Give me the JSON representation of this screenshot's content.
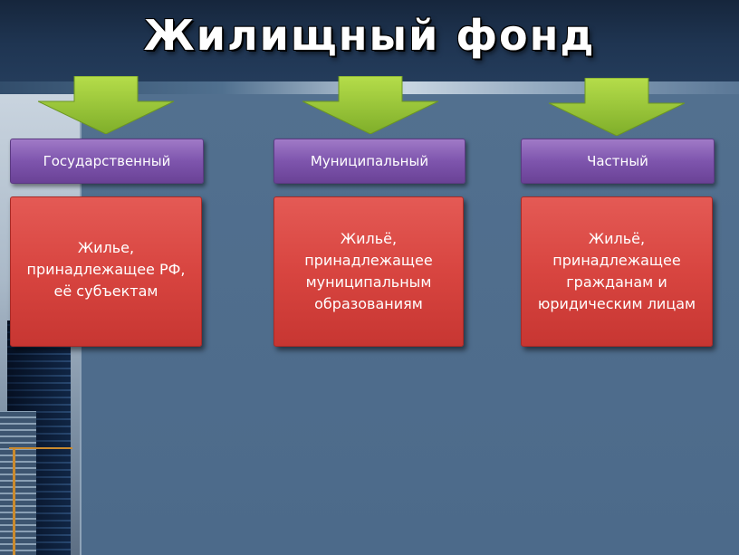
{
  "title": "Жилищный фонд",
  "colors": {
    "background": "#4e6a8c",
    "header": "#1f3552",
    "category_box": "#7e55ad",
    "description_box": "#d84540",
    "arrow": "#9cc93a"
  },
  "columns": [
    {
      "category": "Государственный",
      "description_lines": [
        "Жилье,",
        "принадлежащее РФ,",
        "её субъектам"
      ]
    },
    {
      "category": "Муниципальный",
      "description_lines": [
        "Жильё,",
        "принадлежащее",
        "муниципальным",
        "образованиям"
      ]
    },
    {
      "category": "Частный",
      "description_lines": [
        "Жильё,",
        "принадлежащее",
        "гражданам и",
        "юридическим лицам"
      ]
    }
  ]
}
